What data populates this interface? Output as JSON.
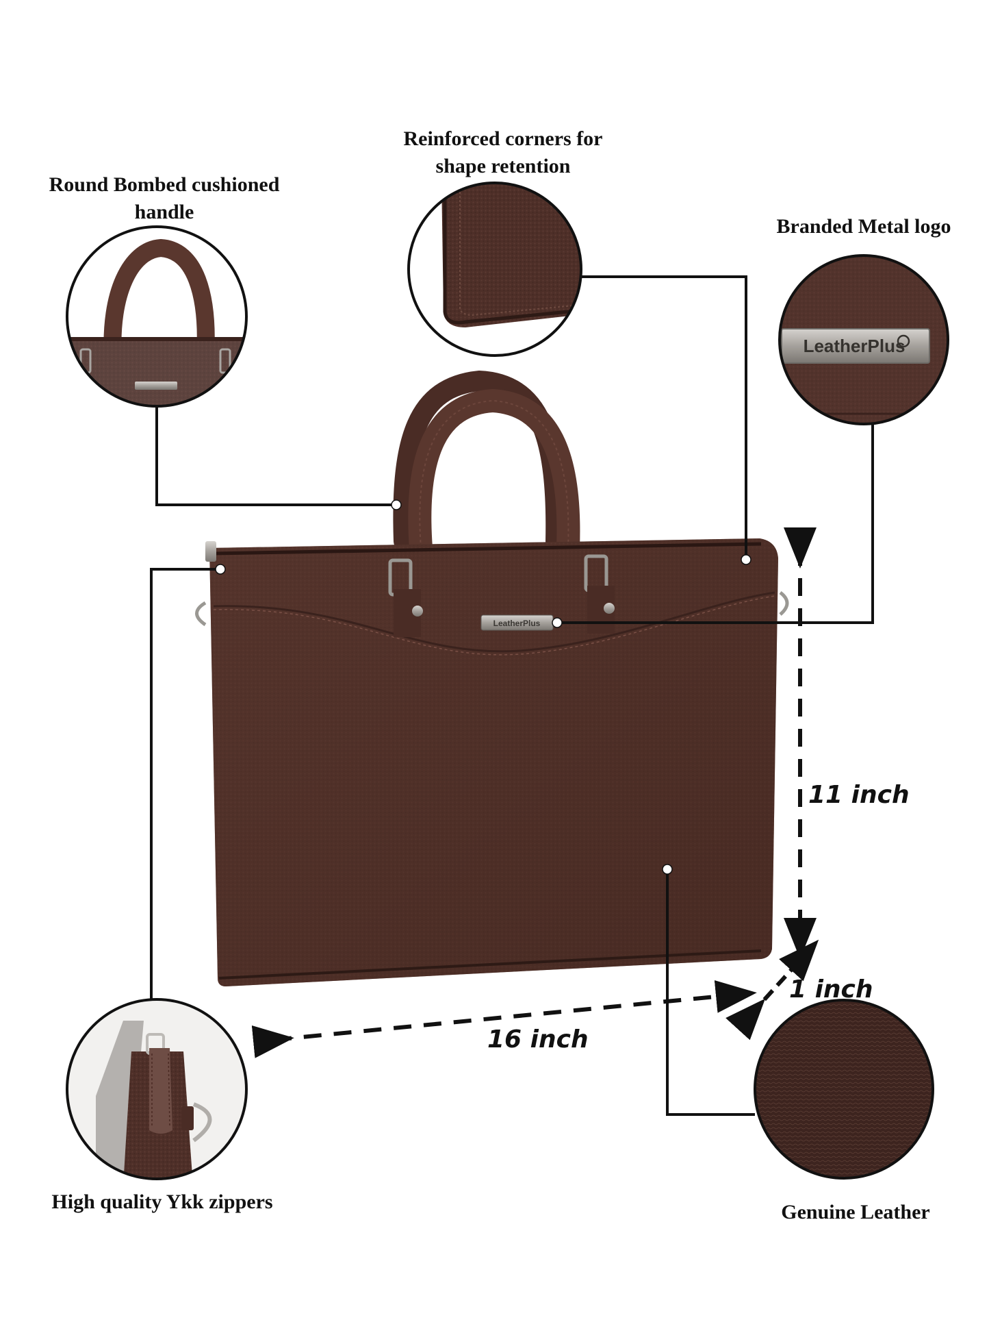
{
  "product": {
    "brand_plate_text": "LeatherPlus",
    "leather_color": "#4e2f28",
    "leather_dark": "#3a221d",
    "leather_light": "#6a443b",
    "metal_color": "#a9a6a2"
  },
  "callouts": [
    {
      "id": "handle",
      "title_lines": [
        "Round Bombed cushioned",
        "handle"
      ],
      "icon": "handle-closeup"
    },
    {
      "id": "corners",
      "title_lines": [
        "Reinforced corners for",
        "shape retention"
      ],
      "icon": "corner-closeup"
    },
    {
      "id": "logo",
      "title_lines": [
        "Branded Metal logo"
      ],
      "icon": "metal-logo-closeup"
    },
    {
      "id": "zippers",
      "title_lines": [
        "High quality Ykk zippers"
      ],
      "icon": "zipper-closeup"
    },
    {
      "id": "leather",
      "title_lines": [
        "Genuine Leather"
      ],
      "icon": "leather-texture-closeup"
    }
  ],
  "dimensions": {
    "height": "11 inch",
    "depth": "1 inch",
    "width": "16 inch"
  }
}
